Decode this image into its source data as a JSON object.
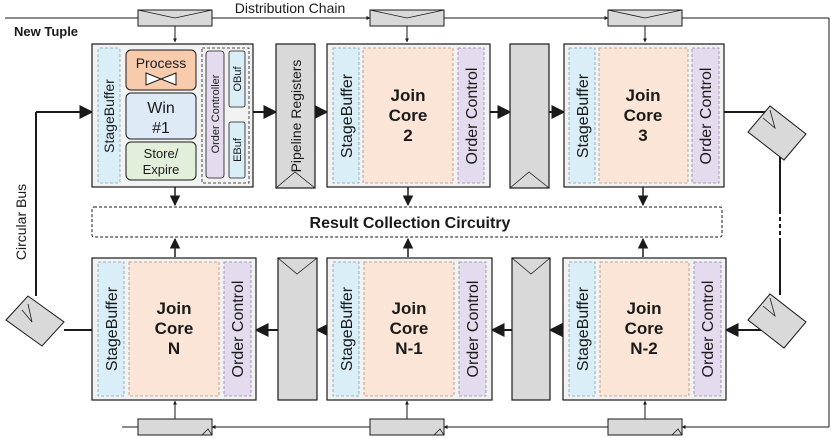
{
  "labels": {
    "new_tuple": "New Tuple",
    "distribution_chain": "Distribution Chain",
    "circular_bus": "Circular Bus",
    "result_collection": "Result Collection Circuitry",
    "pipeline_registers": "Pipeline Registers"
  },
  "core1": {
    "stage_buffer": "StageBuffer",
    "process": "Process",
    "win_line1": "Win",
    "win_line2": "#1",
    "store_line1": "Store/",
    "store_line2": "Expire",
    "order_controller": "Order Controller",
    "obuf": "OBuf",
    "ebuf": "EBuf"
  },
  "cores": [
    {
      "stage_buffer": "StageBuffer",
      "line1": "Join",
      "line2": "Core",
      "line3": "2",
      "order_control": "Order Control"
    },
    {
      "stage_buffer": "StageBuffer",
      "line1": "Join",
      "line2": "Core",
      "line3": "3",
      "order_control": "Order Control"
    },
    {
      "stage_buffer": "StageBuffer",
      "line1": "Join",
      "line2": "Core",
      "line3": "N",
      "order_control": "Order Control"
    },
    {
      "stage_buffer": "StageBuffer",
      "line1": "Join",
      "line2": "Core",
      "line3": "N-1",
      "order_control": "Order Control"
    },
    {
      "stage_buffer": "StageBuffer",
      "line1": "Join",
      "line2": "Core",
      "line3": "N-2",
      "order_control": "Order Control"
    }
  ],
  "colors": {
    "stage_buffer": "#daeef7",
    "core": "#fbe5d6",
    "order_control": "#e4dcee",
    "process": "#f8cbad",
    "win": "#deebf7",
    "store": "#e2efda",
    "register": "#d9d9d9",
    "stroke": "#1a1a1a"
  }
}
